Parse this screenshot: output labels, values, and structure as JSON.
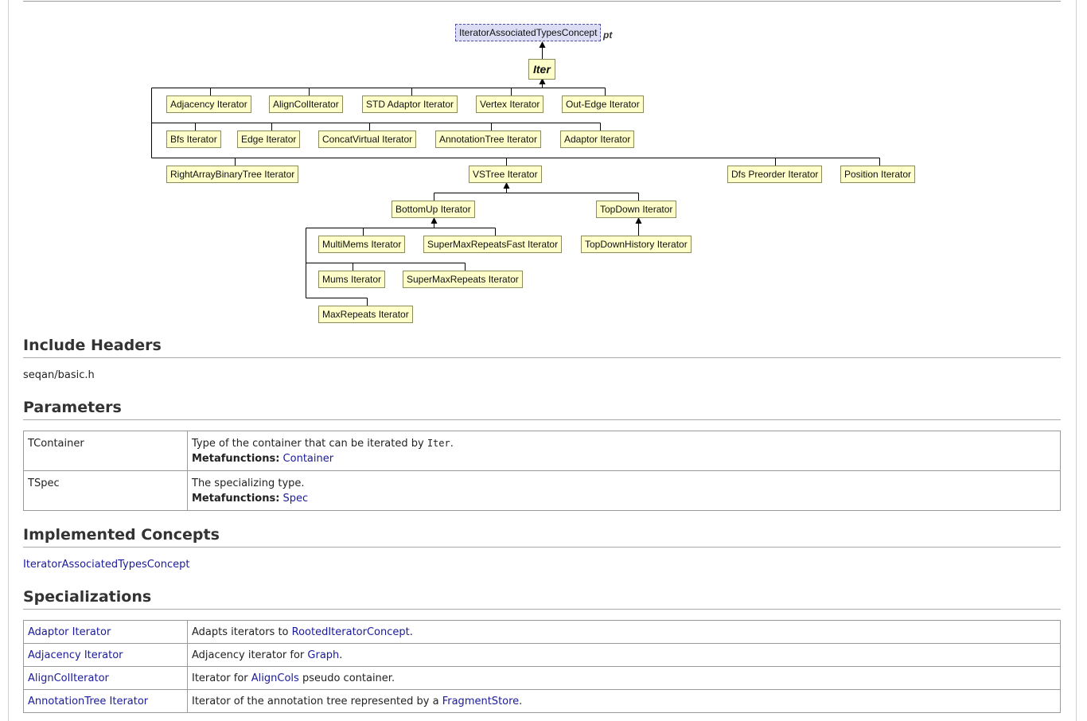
{
  "diagram": {
    "concept_label": "IteratorAssociatedTypesConcept",
    "concept_overflow": "pt",
    "root_label": "Iter",
    "nodes": {
      "adjacency": "Adjacency Iterator",
      "aligncol": "AlignColIterator",
      "std_adaptor": "STD Adaptor Iterator",
      "vertex": "Vertex Iterator",
      "out_edge": "Out-Edge Iterator",
      "bfs": "Bfs Iterator",
      "edge": "Edge Iterator",
      "concat_virtual": "ConcatVirtual Iterator",
      "annotation_tree": "AnnotationTree Iterator",
      "adaptor": "Adaptor Iterator",
      "right_array": "RightArrayBinaryTree Iterator",
      "vstree": "VSTree Iterator",
      "dfs_preorder": "Dfs Preorder Iterator",
      "position": "Position Iterator",
      "bottom_up": "BottomUp Iterator",
      "top_down": "TopDown Iterator",
      "multi_mems": "MultiMems Iterator",
      "super_max_fast": "SuperMaxRepeatsFast Iterator",
      "top_down_history": "TopDownHistory Iterator",
      "mums": "Mums Iterator",
      "super_max": "SuperMaxRepeats Iterator",
      "max_repeats": "MaxRepeats Iterator"
    }
  },
  "include_headers": {
    "heading": "Include Headers",
    "path": "seqan/basic.h"
  },
  "parameters": {
    "heading": "Parameters",
    "metafunctions_label": "Metafunctions:",
    "rows": [
      {
        "name": "TContainer",
        "desc_before": "Type of the container that can be iterated by ",
        "desc_code": "Iter",
        "desc_after": ".",
        "metafunction": "Container"
      },
      {
        "name": "TSpec",
        "desc": "The specializing type.",
        "metafunction": "Spec"
      }
    ]
  },
  "implemented_concepts": {
    "heading": "Implemented Concepts",
    "link": "IteratorAssociatedTypesConcept"
  },
  "specializations": {
    "heading": "Specializations",
    "rows": [
      {
        "name": "Adaptor Iterator",
        "before": "Adapts iterators to ",
        "link": "RootedIteratorConcept",
        "after": "."
      },
      {
        "name": "Adjacency Iterator",
        "before": "Adjacency iterator for ",
        "link": "Graph",
        "after": "."
      },
      {
        "name": "AlignColIterator",
        "before": "Iterator for ",
        "link": "AlignCols",
        "after": " pseudo container."
      },
      {
        "name": "AnnotationTree Iterator",
        "before": "Iterator of the annotation tree represented by a ",
        "link": "FragmentStore",
        "after": "."
      }
    ]
  }
}
